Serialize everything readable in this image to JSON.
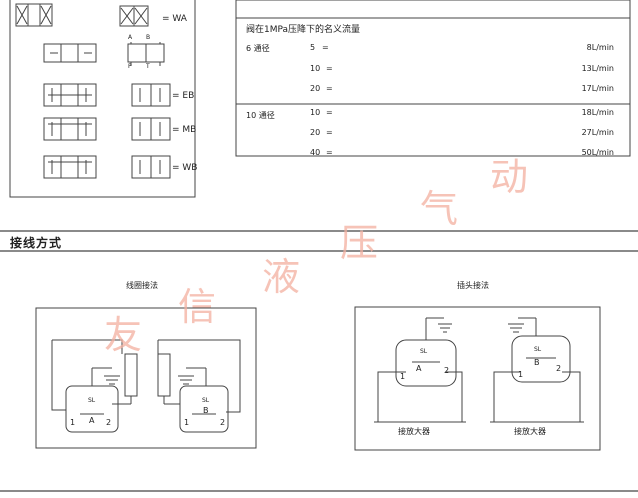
{
  "symbols": {
    "labels": [
      "= WA",
      "= EB",
      "= MB",
      "= WB"
    ],
    "ports_top": [
      "A",
      "B"
    ],
    "ports_bottom": [
      "P",
      "T"
    ]
  },
  "flow_table": {
    "title": "阀在1MPa压降下的名义流量",
    "groups": [
      {
        "size": "6 通径",
        "rows": [
          {
            "num": "5",
            "eq": "=",
            "value": "8L/min"
          },
          {
            "num": "10",
            "eq": "=",
            "value": "13L/min"
          },
          {
            "num": "20",
            "eq": "=",
            "value": "17L/min"
          }
        ]
      },
      {
        "size": "10 通径",
        "rows": [
          {
            "num": "10",
            "eq": "=",
            "value": "18L/min"
          },
          {
            "num": "20",
            "eq": "=",
            "value": "27L/min"
          },
          {
            "num": "40",
            "eq": "=",
            "value": "50L/min"
          }
        ]
      }
    ]
  },
  "wiring": {
    "section_title": "接线方式",
    "left_title": "线圈接法",
    "right_title": "插头接法",
    "amp_label": "接放大器",
    "solenoid_a": "A",
    "solenoid_b": "B",
    "sl": "SL",
    "pin1": "1",
    "pin2": "2"
  },
  "watermark": [
    "友",
    "信",
    "液",
    "压",
    "气",
    "动"
  ]
}
